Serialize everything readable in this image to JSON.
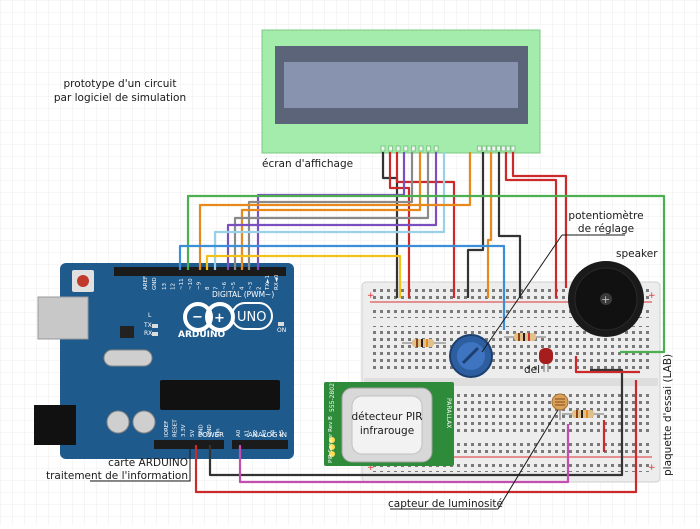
{
  "labels": {
    "prototype_line1": "prototype d'un circuit",
    "prototype_line2": "par logiciel de simulation",
    "screen": "écran d'affichage",
    "potentiometer_line1": "potentiomètre",
    "potentiometer_line2": "de réglage",
    "speaker": "speaker",
    "led": "del",
    "breadboard": "plaquette d'essai (LAB)",
    "pir_line1": "détecteur PIR",
    "pir_line2": "infrarouge",
    "arduino_line1": "carte ARDUINO",
    "arduino_line2": "traitement de l'information",
    "light_sensor": "capteur de luminosité"
  },
  "arduino": {
    "digital": "DIGITAL (PWM~)",
    "brand": "ARDUINO",
    "model": "UNO",
    "power": "POWER",
    "analog": "ANALOG IN",
    "aref": "AREF",
    "gnd": "GND",
    "tx": "TX",
    "rx": "RX",
    "on": "ON",
    "l": "L",
    "pins_top": [
      "13",
      "12",
      "~11",
      "~10",
      "~9",
      "8",
      "7",
      "~6",
      "~5",
      "4",
      "~3",
      "2",
      "TX►1",
      "RX◄0"
    ],
    "pins_power": [
      "IOREF",
      "RESET",
      "3.3V",
      "5V",
      "GND",
      "GND",
      "Vin"
    ],
    "pins_analog": [
      "A0",
      "A1",
      "A2",
      "A3",
      "A4",
      "A5"
    ]
  },
  "pir": {
    "part": "555-28027",
    "brand": "PARALLAX",
    "side": "PIR Sensor Rev B"
  },
  "colors": {
    "arduino_board": "#1f5a8c",
    "lcd_pcb": "#a3ecac",
    "lcd_screen": "#6f7a95",
    "breadboard": "#ededed",
    "pir_board": "#2e8b3a",
    "wire_orange": "#e8891b",
    "wire_red": "#cc2a2a",
    "wire_green": "#4caf50",
    "wire_purple": "#7a4fc0",
    "wire_yellow": "#f2c218",
    "wire_blue": "#3b8fd9",
    "wire_gray": "#8a8a8a",
    "wire_black": "#333333",
    "wire_pink": "#c24fb0"
  }
}
